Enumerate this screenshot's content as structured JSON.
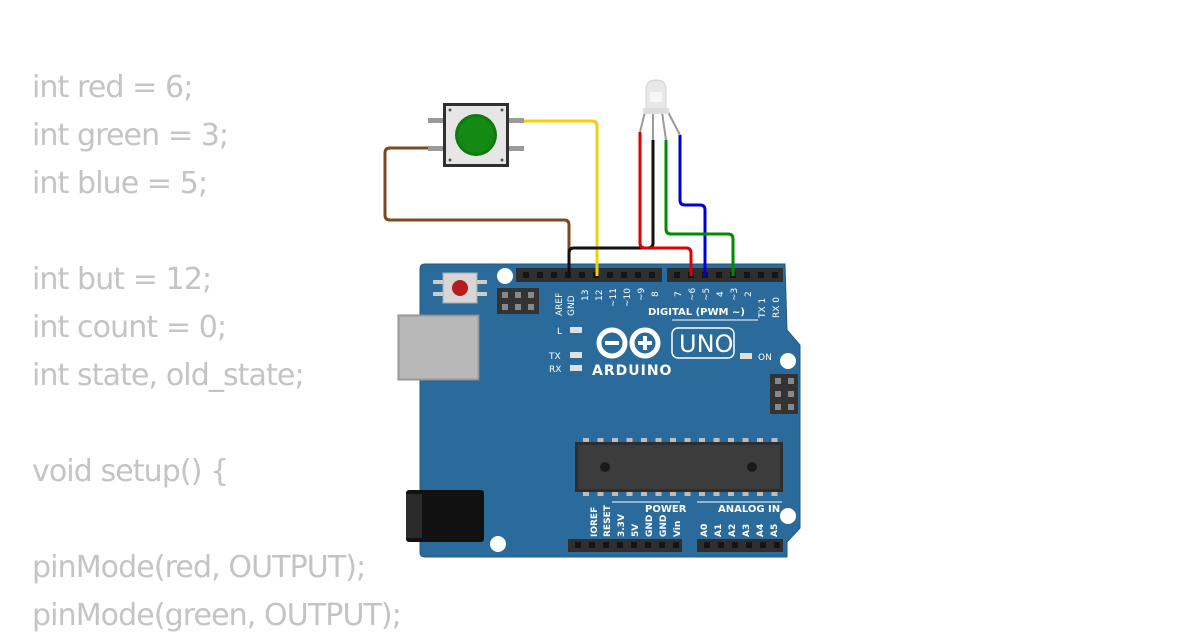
{
  "code_lines": [
    "int red = 6;",
    "int green = 3;",
    "int blue = 5;",
    "",
    "int but = 12;",
    "int count = 0;",
    "int state, old_state;",
    "",
    "void setup() {",
    "",
    "pinMode(red, OUTPUT);",
    "pinMode(green, OUTPUT);"
  ],
  "board": {
    "brand": "ARDUINO",
    "model": "UNO",
    "on_label": "ON",
    "led_l": "L",
    "led_tx": "TX",
    "led_rx": "RX",
    "digital_label": "DIGITAL (PWM ~)",
    "power_label": "POWER",
    "analog_label": "ANALOG IN",
    "top_pins_left": [
      "AREF",
      "GND",
      "13",
      "12",
      "~11",
      "~10",
      "~9",
      "8"
    ],
    "top_pins_right": [
      "7",
      "~6",
      "~5",
      "4",
      "~3",
      "2",
      "TX 1",
      "RX 0"
    ],
    "bottom_power_pins": [
      "IOREF",
      "RESET",
      "3.3V",
      "5V",
      "GND",
      "GND",
      "Vin"
    ],
    "bottom_analog_pins": [
      "A0",
      "A1",
      "A2",
      "A3",
      "A4",
      "A5"
    ]
  },
  "wire_colors": {
    "button_to_pin12": "#f5d000",
    "button_to_gnd": "#7b4a22",
    "led_red": "#e00000",
    "led_common_gnd": "#111111",
    "led_green": "#008a00",
    "led_blue": "#0000d0"
  },
  "colors": {
    "board": "#2a6b9b",
    "code_text": "#c4c4c4"
  }
}
